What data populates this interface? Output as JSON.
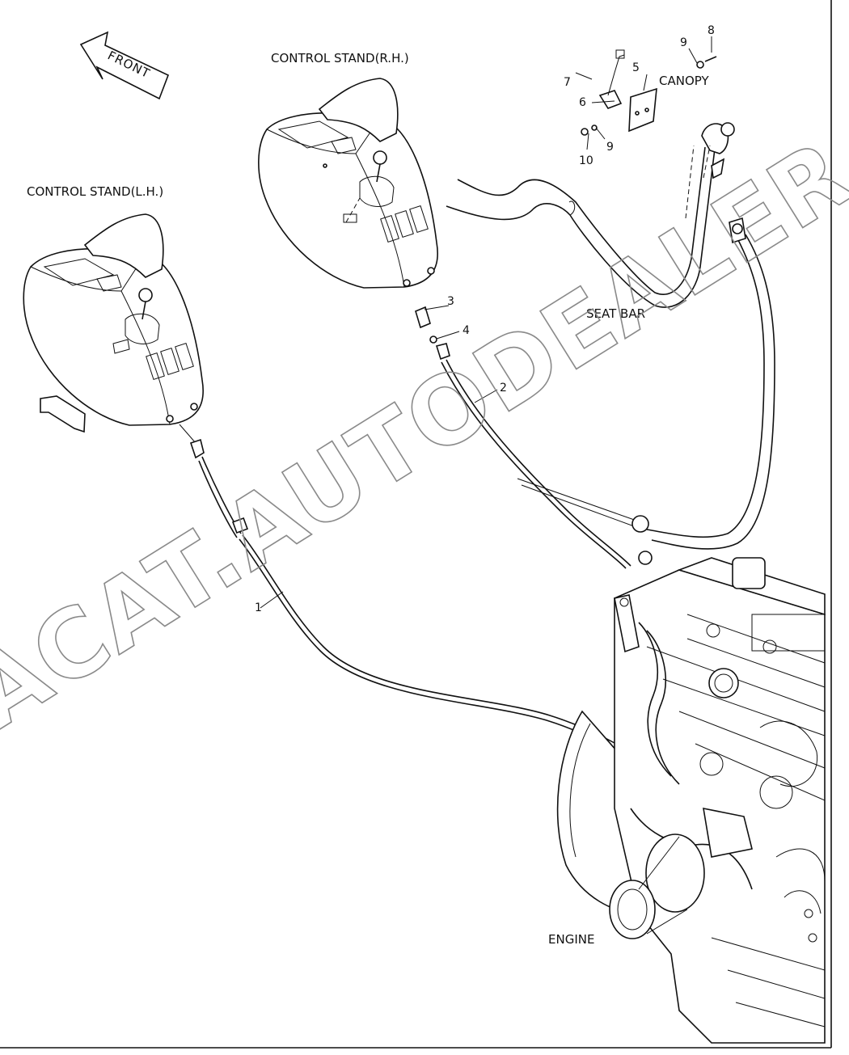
{
  "labels": {
    "front": "FRONT",
    "control_stand_rh": "CONTROL STAND(R.H.)",
    "control_stand_lh": "CONTROL STAND(L.H.)",
    "canopy": "CANOPY",
    "seat_bar": "SEAT BAR",
    "engine": "ENGINE"
  },
  "callouts": {
    "c1": "1",
    "c2": "2",
    "c3": "3",
    "c4": "4",
    "c5": "5",
    "c6": "6",
    "c7": "7",
    "c8": "8",
    "c9a": "9",
    "c9b": "9",
    "c10": "10"
  },
  "watermark": "ACAT.AUTODEALER.RU"
}
